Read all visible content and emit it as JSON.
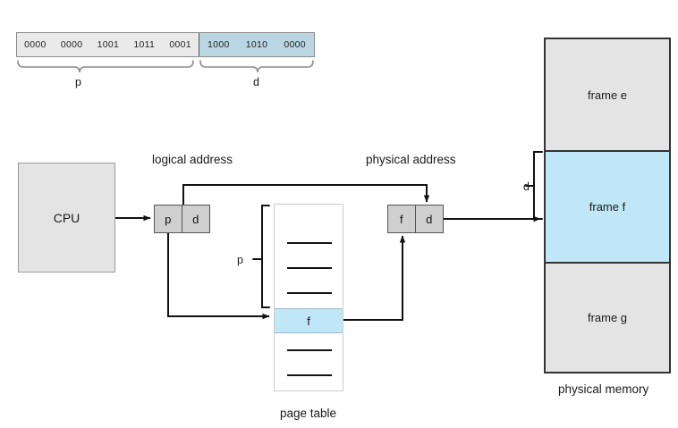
{
  "diagram": {
    "title": "paging-address-translation",
    "colors": {
      "highlight_blue": "#bfe7f8",
      "strip_blue": "#b9d6e2",
      "box_gray": "#e4e4e4",
      "addr_gray": "#cfcfcf",
      "stroke": "#111111"
    }
  },
  "bit_strip": {
    "page_number_bits": [
      "0000",
      "0000",
      "1001",
      "1011",
      "0001"
    ],
    "offset_bits": [
      "1000",
      "1010",
      "0000"
    ],
    "brace_labels": {
      "page": "p",
      "offset": "d"
    }
  },
  "cpu": {
    "label": "CPU"
  },
  "logical_address": {
    "caption": "logical address",
    "page_cell": "p",
    "offset_cell": "d"
  },
  "physical_address": {
    "caption": "physical address",
    "frame_cell": "f",
    "offset_cell": "d"
  },
  "page_table": {
    "caption": "page table",
    "bracket_label": "p",
    "entries_above": 3,
    "entries_below": 2,
    "selected_entry": "f"
  },
  "physical_memory": {
    "caption": "physical memory",
    "offset_bracket_label": "d",
    "frames": [
      {
        "label": "frame e",
        "highlighted": false
      },
      {
        "label": "frame f",
        "highlighted": true
      },
      {
        "label": "frame g",
        "highlighted": false
      }
    ]
  }
}
